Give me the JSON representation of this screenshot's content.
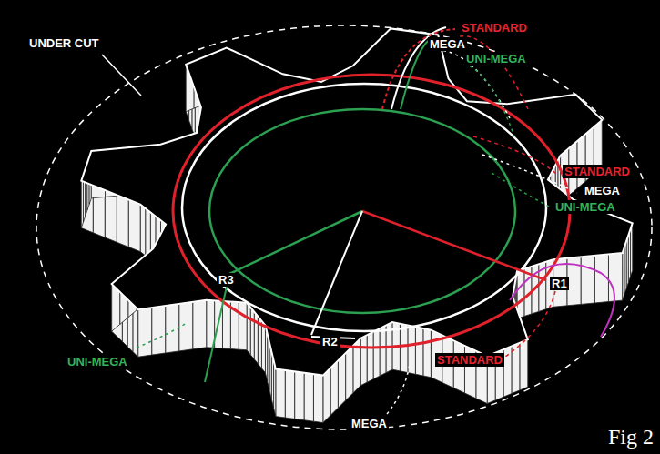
{
  "diagram": {
    "caption": "Fig 2",
    "labels": [
      "STANDARD",
      "UNDER CUT",
      "MEGA",
      "UNI-MEGA",
      "STANDARD",
      "MEGA",
      "UNI-MEGA",
      "R3",
      "R1",
      "R2",
      "UNI-MEGA",
      "STANDARD",
      "MEGA"
    ]
  }
}
